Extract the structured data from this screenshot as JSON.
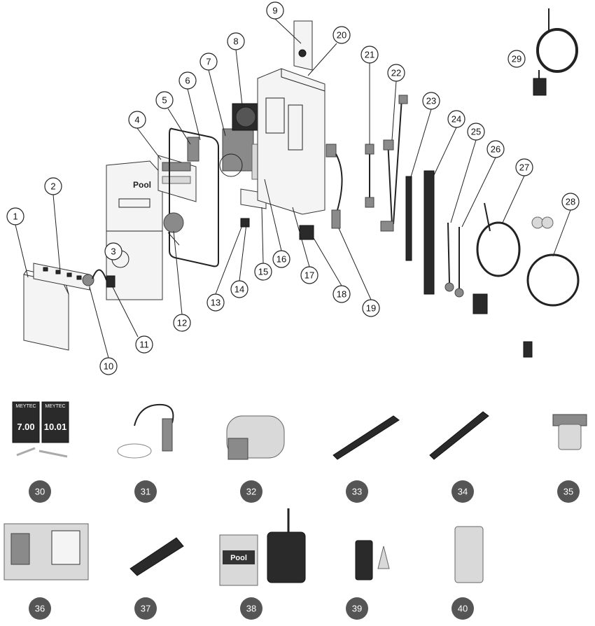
{
  "callouts": [
    {
      "num": "1"
    },
    {
      "num": "2"
    },
    {
      "num": "3"
    },
    {
      "num": "4"
    },
    {
      "num": "5"
    },
    {
      "num": "6"
    },
    {
      "num": "7"
    },
    {
      "num": "8"
    },
    {
      "num": "9"
    },
    {
      "num": "10"
    },
    {
      "num": "11"
    },
    {
      "num": "12"
    },
    {
      "num": "13"
    },
    {
      "num": "14"
    },
    {
      "num": "15"
    },
    {
      "num": "16"
    },
    {
      "num": "17"
    },
    {
      "num": "18"
    },
    {
      "num": "19"
    },
    {
      "num": "20"
    },
    {
      "num": "21"
    },
    {
      "num": "22"
    },
    {
      "num": "23"
    },
    {
      "num": "24"
    },
    {
      "num": "25"
    },
    {
      "num": "26"
    },
    {
      "num": "27"
    },
    {
      "num": "28"
    },
    {
      "num": "29"
    }
  ],
  "accessories": [
    {
      "num": "30"
    },
    {
      "num": "31"
    },
    {
      "num": "32"
    },
    {
      "num": "33"
    },
    {
      "num": "34"
    },
    {
      "num": "35"
    },
    {
      "num": "36"
    },
    {
      "num": "37"
    },
    {
      "num": "38"
    },
    {
      "num": "39"
    },
    {
      "num": "40"
    }
  ],
  "product_labels": {
    "unit_logo": "Pool",
    "sachet_brand_1": "MEYTEC",
    "sachet_brand_2": "MEYTEC",
    "sachet_value_1": "7.00",
    "sachet_value_2": "10.01",
    "module_logo": "Pool"
  },
  "colors": {
    "line": "#222222",
    "badge_fill": "#555555",
    "badge_text": "#ffffff",
    "background": "#ffffff"
  }
}
